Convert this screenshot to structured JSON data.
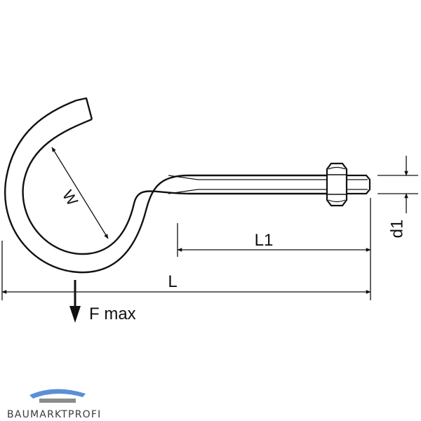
{
  "labels": {
    "width": "W",
    "length": "L",
    "thread_length": "L1",
    "diameter": "d1",
    "force": "F max"
  },
  "brand": {
    "name": "BAUMARKTPROFI"
  },
  "colors": {
    "line": "#111111",
    "background": "#ffffff",
    "logo_blue": "#5b8ed8",
    "logo_gray": "#8c8c8c"
  }
}
